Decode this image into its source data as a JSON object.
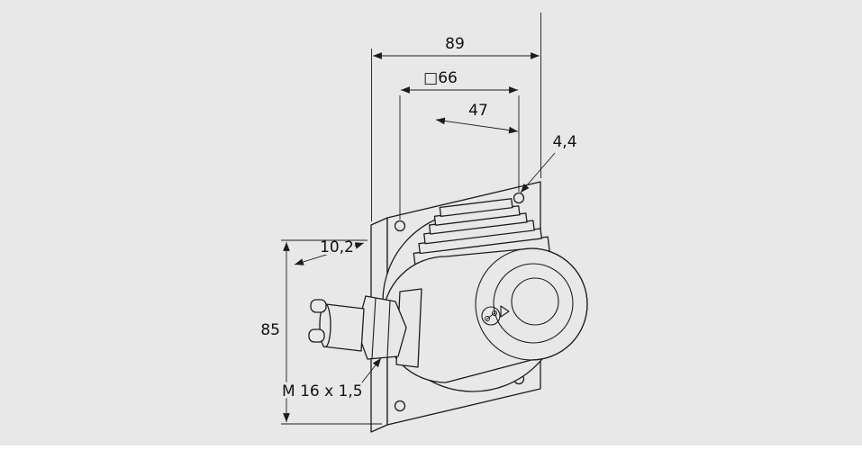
{
  "canvas": {
    "background": "#e8e8e8",
    "line_color": "#1c1c1c",
    "text_color": "#111111",
    "bottom_strip_color": "#ffffff"
  },
  "drawing": {
    "kind": "technical dimension drawing",
    "subject": "sensor housing with square mounting plate, heatsink ribs and M16 cable gland",
    "labels": {
      "overall_width": "89",
      "mount_hole_square": "□66",
      "hole_to_edge": "47",
      "mount_hole_diameter": "4,4",
      "plate_offset": "10,2",
      "overall_height": "85",
      "thread": "M 16 x 1,5"
    }
  }
}
